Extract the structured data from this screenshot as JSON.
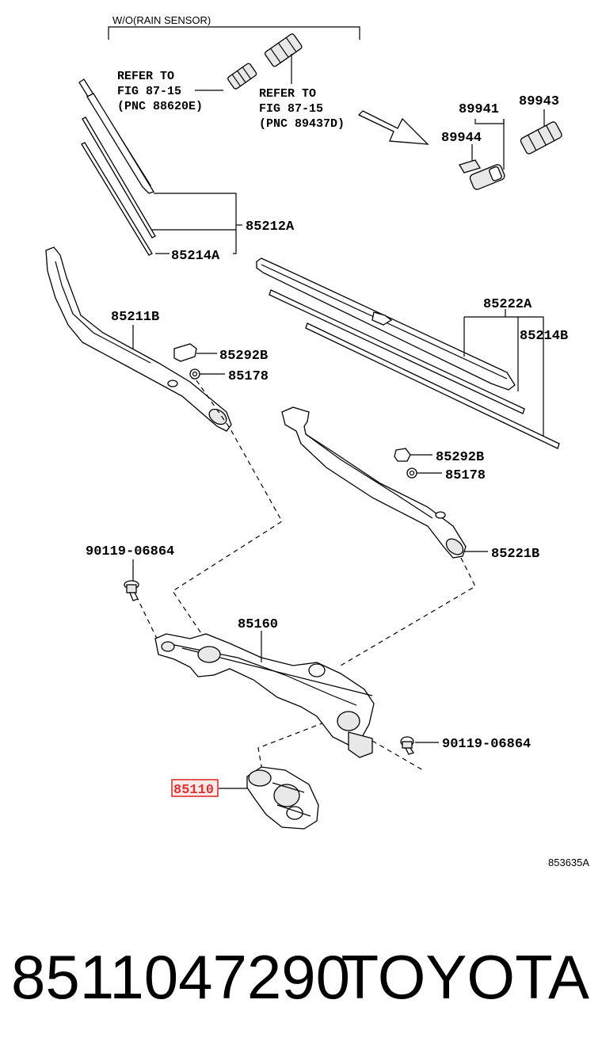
{
  "diagram": {
    "header_note": "W/O(RAIN SENSOR)",
    "refer_left": {
      "line1": "REFER TO",
      "line2": "FIG 87-15",
      "line3": "(PNC 88620E)"
    },
    "refer_right": {
      "line1": "REFER TO",
      "line2": "FIG 87-15",
      "line3": "(PNC 89437D)"
    },
    "labels": {
      "p89941": "89941",
      "p89943": "89943",
      "p89944": "89944",
      "p85212A": "85212A",
      "p85214A": "85214A",
      "p85211B": "85211B",
      "p85292B_left": "85292B",
      "p85178_left": "85178",
      "p85222A": "85222A",
      "p85214B": "85214B",
      "p85292B_right": "85292B",
      "p85178_right": "85178",
      "p85221B": "85221B",
      "p90119_left": "90119-06864",
      "p85160": "85160",
      "p90119_right": "90119-06864",
      "p85110": "85110"
    },
    "figure_code": "853635A",
    "highlight_color": "#e03030"
  },
  "footer": {
    "part_number": "8511047290",
    "brand": "TOYOTA"
  }
}
